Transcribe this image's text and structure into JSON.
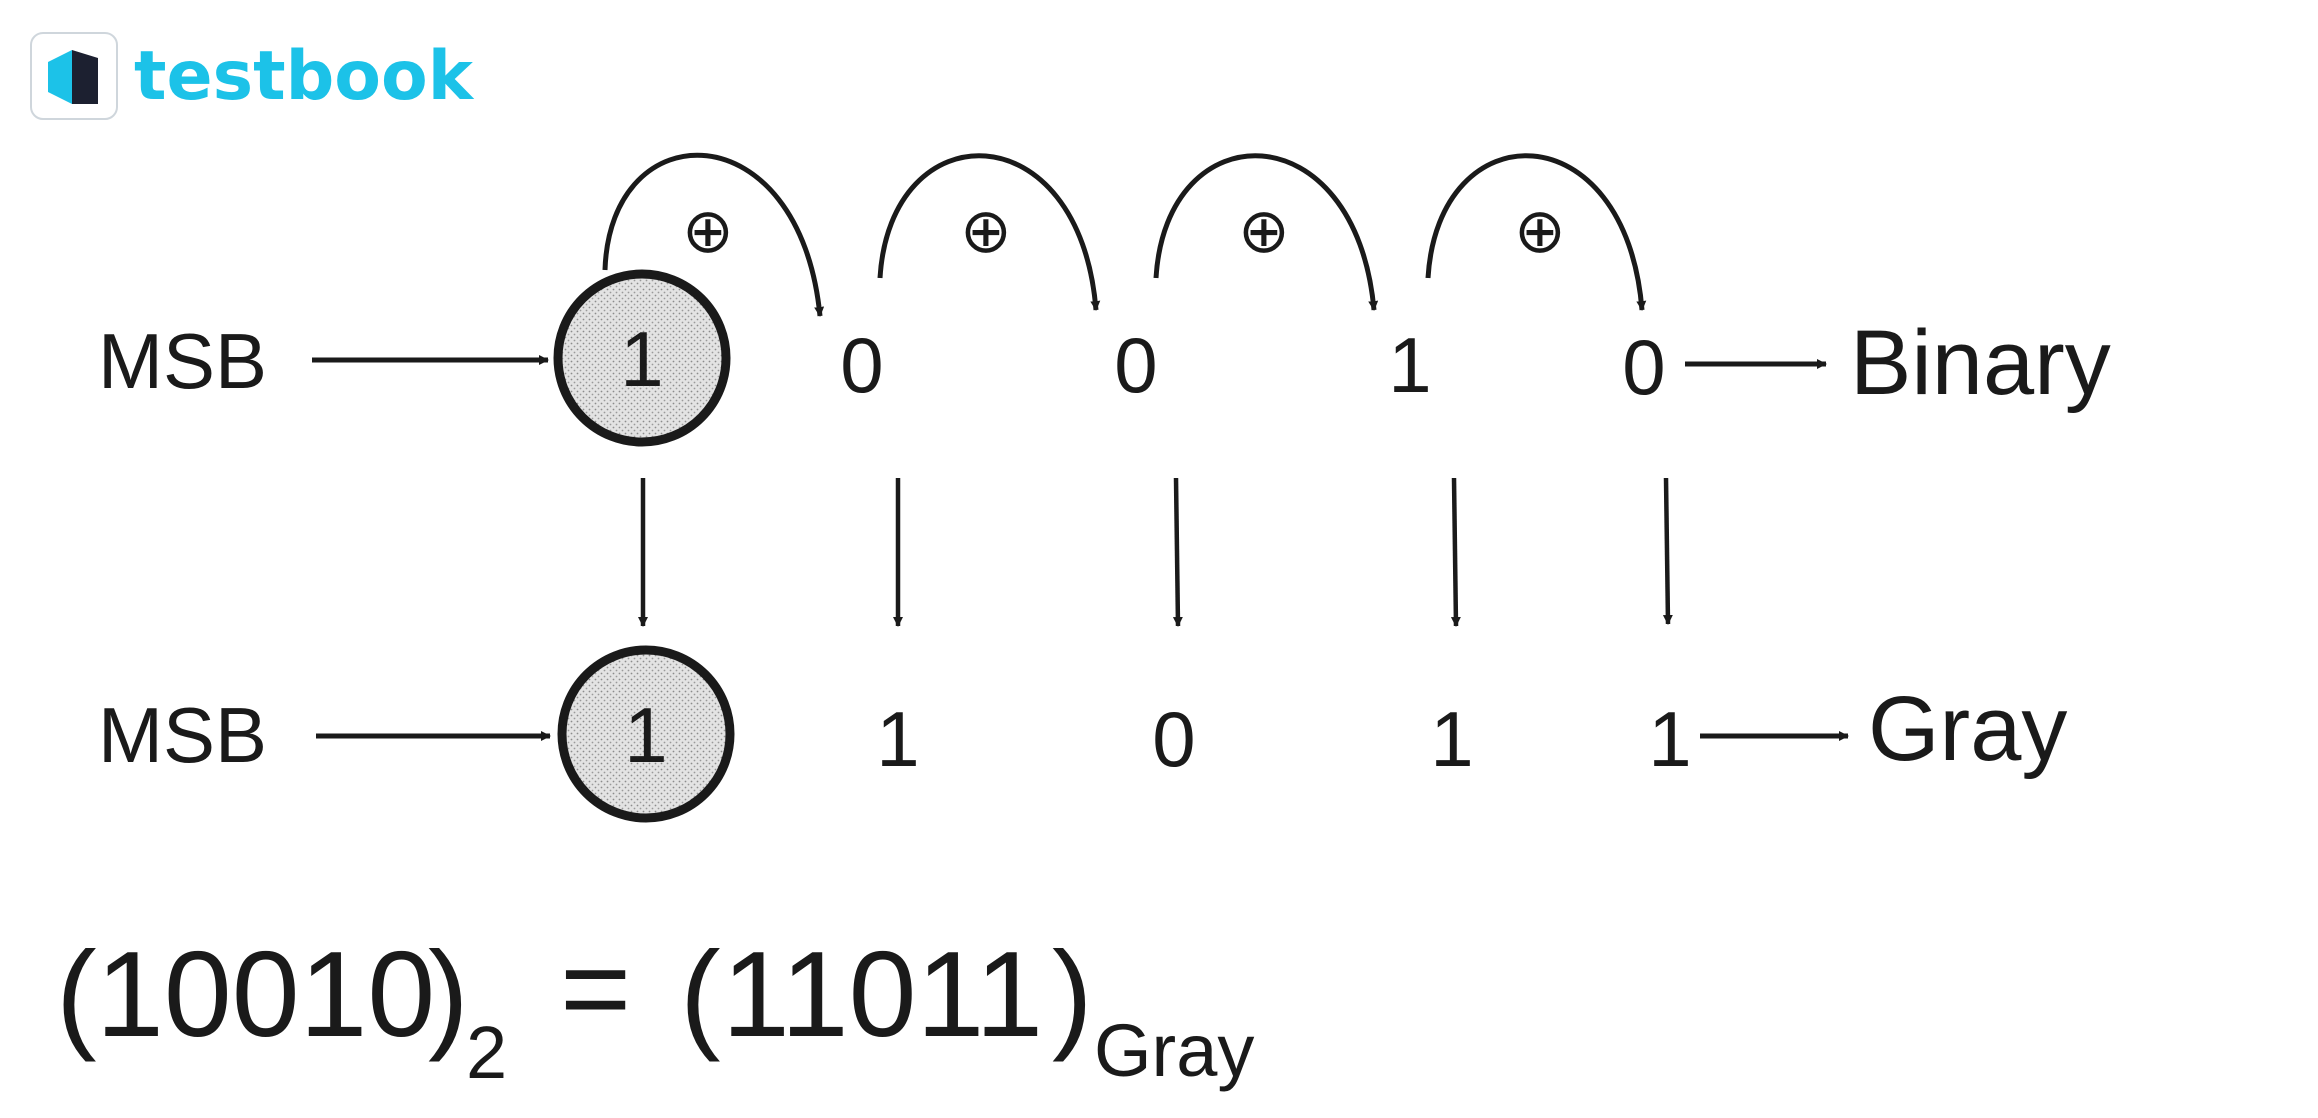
{
  "brand": {
    "name": "testbook",
    "logo_icon": "testbook-logo-icon",
    "colors": {
      "accent": "#1cc2e8",
      "dark": "#1c2030"
    }
  },
  "diagram": {
    "msb_label": "MSB",
    "xor_symbol": "⊕",
    "binary": {
      "label": "Binary",
      "bits": [
        "1",
        "0",
        "0",
        "1",
        "0"
      ]
    },
    "gray": {
      "label": "Gray",
      "bits": [
        "1",
        "1",
        "0",
        "1",
        "1"
      ]
    },
    "equation": {
      "open_left": "(",
      "left_value": "10010",
      "close_left": ")",
      "left_base": "2",
      "equals": "=",
      "open_right": "(",
      "right_value": "11011",
      "close_right": ")",
      "right_base": "Gray"
    },
    "colors": {
      "ink": "#1a1a1a",
      "circle_fill": "#d9d9d9"
    }
  }
}
